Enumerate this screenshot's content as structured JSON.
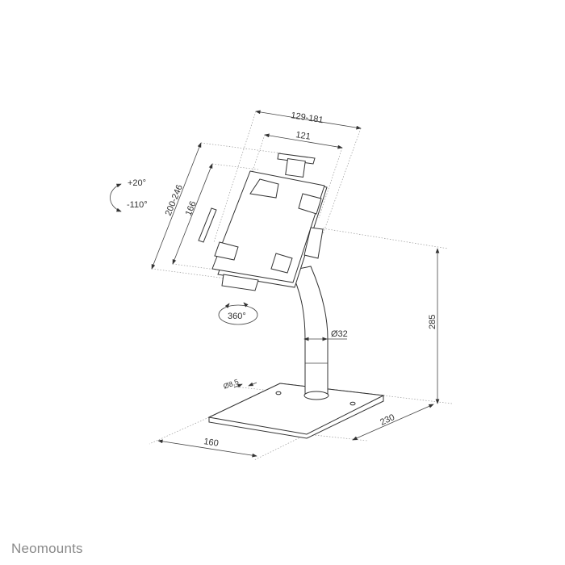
{
  "dimensions": {
    "tablet_width_range": "129-181",
    "holder_width": "121",
    "tablet_height_range": "200-246",
    "holder_height": "166",
    "tilt_up": "+20°",
    "tilt_down": "-110°",
    "rotation": "360°",
    "pole_diameter": "Ø32",
    "total_height": "285",
    "hole_diameter": "Ø8.5",
    "base_depth": "230",
    "base_width": "160"
  },
  "brand": {
    "logo_text": "Neomounts"
  }
}
